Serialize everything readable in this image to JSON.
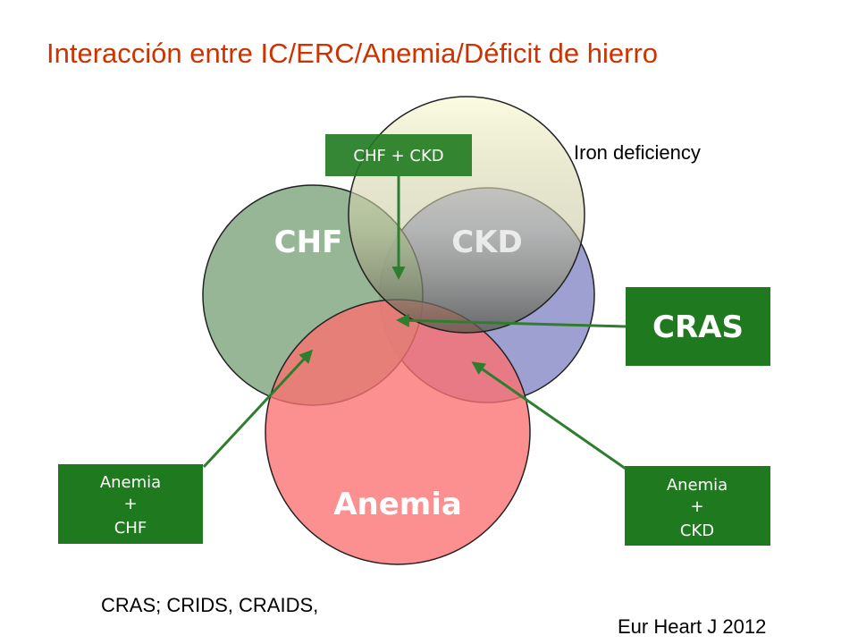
{
  "title": "Interacción entre IC/ERC/Anemia/Déficit de hierro",
  "circles": {
    "chf": "CHF",
    "ckd": "CKD",
    "anemia": "Anemia",
    "iron_deficiency": "Iron deficiency"
  },
  "boxes": {
    "chf_ckd": "CHF + CKD",
    "cras": "CRAS",
    "anemia_chf": [
      "Anemia",
      "+",
      "CHF"
    ],
    "anemia_ckd": [
      "Anemia",
      "+",
      "CKD"
    ]
  },
  "footnote": "CRAS; CRIDS, CRAIDS,",
  "citation": "Eur Heart J 2012",
  "colors": {
    "title": "#cc3300",
    "chf_fill": "#8db08d",
    "ckd_fill": "#9ea0d2",
    "anemia_fill": "#fb8a8a",
    "iron_fill": "#f4f4cf",
    "box_green": "#1f7a1f",
    "arrow_green": "#2f7d2f"
  }
}
